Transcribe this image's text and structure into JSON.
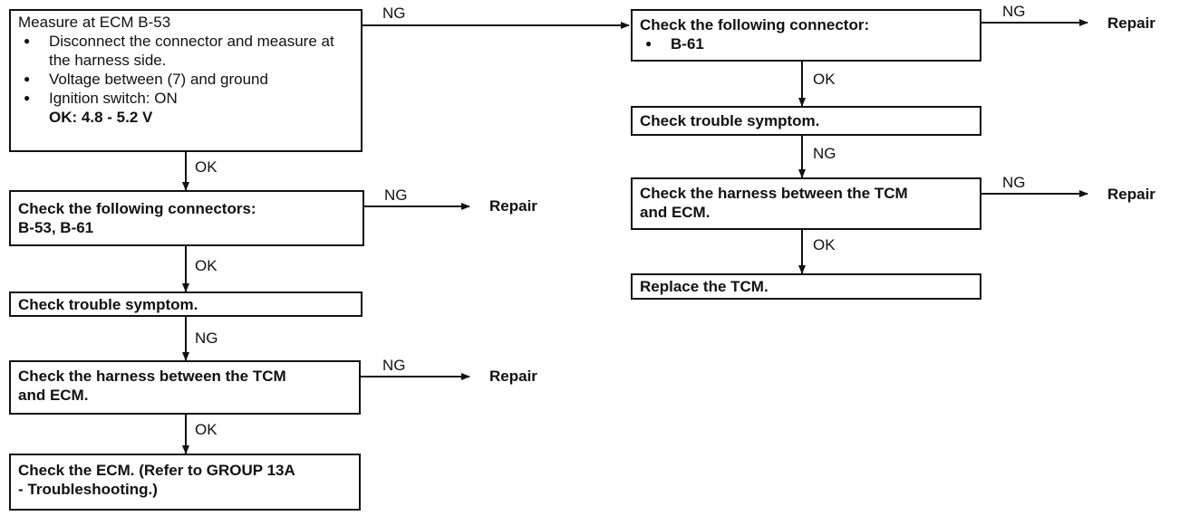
{
  "boxes": {
    "measure": {
      "title": "Measure at ECM B-53",
      "bullets": [
        "Disconnect the connector and measure at the harness side.",
        "Voltage between (7) and ground",
        "Ignition switch: ON"
      ],
      "ok_label": "OK:",
      "ok_value": "4.8 - 5.2 V"
    },
    "connectors_left": {
      "line1": "Check the following connectors:",
      "line2": "B-53, B-61"
    },
    "symptom_left": {
      "text": "Check trouble symptom."
    },
    "harness_left": {
      "line1": "Check the harness between the TCM",
      "line2": "and ECM."
    },
    "ecm": {
      "line1": "Check the ECM. (Refer to GROUP 13A",
      "line2": "- Troubleshooting.)"
    },
    "connector_right": {
      "line1": "Check the following connector:",
      "bullet": "B-61"
    },
    "symptom_right": {
      "text": "Check trouble symptom."
    },
    "harness_right": {
      "line1": "Check the harness between the TCM",
      "line2": "and ECM."
    },
    "replace": {
      "text": "Replace the TCM."
    }
  },
  "labels": {
    "ng_top": "NG",
    "ok_1": "OK",
    "ng_conn_left": "NG",
    "ok_2": "OK",
    "ng_1": "NG",
    "ng_harness_left": "NG",
    "ok_3": "OK",
    "ng_conn_right": "NG",
    "ok_r1": "OK",
    "ng_r1": "NG",
    "ng_harness_right": "NG",
    "ok_r2": "OK",
    "repair_1": "Repair",
    "repair_2": "Repair",
    "repair_3": "Repair",
    "repair_4": "Repair"
  }
}
